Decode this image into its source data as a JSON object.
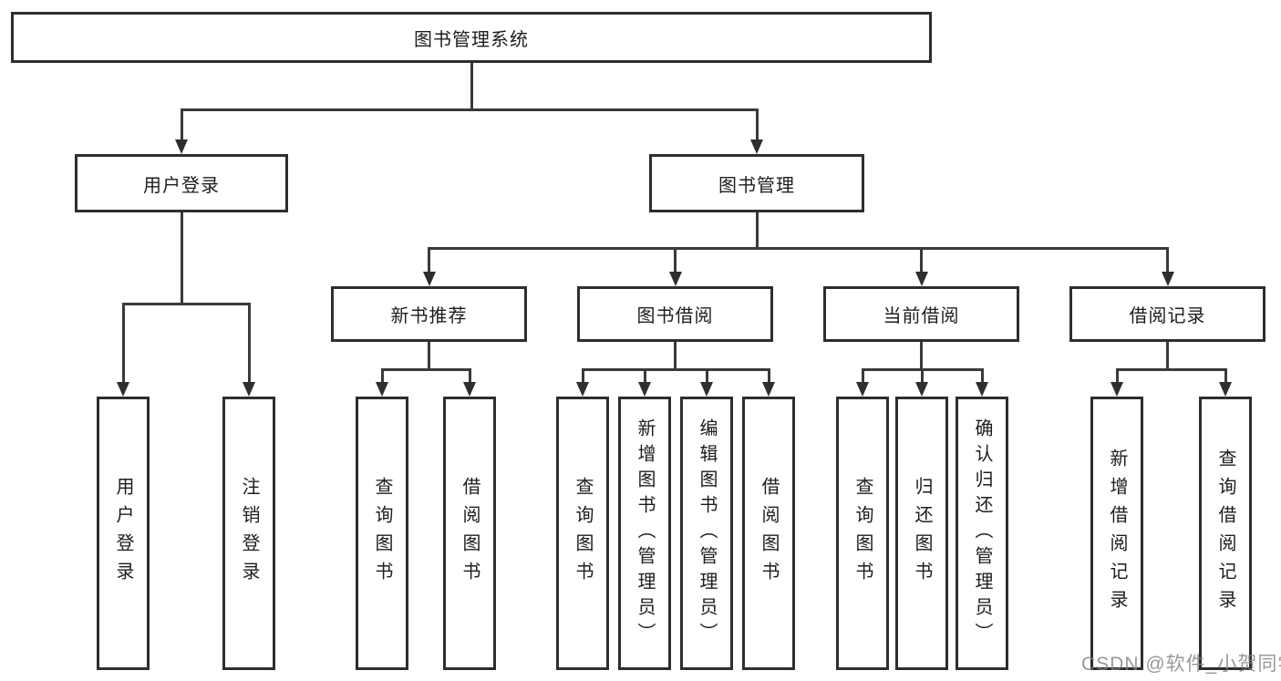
{
  "diagram": {
    "type": "feature-tree",
    "colors": {
      "background": "#ffffff",
      "box_border": "#2e2e2e",
      "line": "#3a3a3a",
      "text": "#1d1d1d",
      "watermark": "#9c9c9c"
    },
    "nodes": {
      "root": "图书管理系统",
      "user_login": "用户登录",
      "book_mgmt": "图书管理",
      "new_book_rec": "新书推荐",
      "book_borrow": "图书借阅",
      "current_borrow": "当前借阅",
      "borrow_record": "借阅记录",
      "ul_login": "用户登录",
      "ul_logout": "注销登录",
      "nb_query": "查询图书",
      "nb_borrow": "借阅图书",
      "bb_query": "查询图书",
      "bb_add": "新增图书（管理员）",
      "bb_edit": "编辑图书（管理员）",
      "bb_borrow": "借阅图书",
      "cb_query": "查询图书",
      "cb_return": "归还图书",
      "cb_confirm": "确认归还（管理员）",
      "br_add": "新增借阅记录",
      "br_query": "查询借阅记录"
    },
    "watermark": "CSDN @软件_小贺同学"
  }
}
